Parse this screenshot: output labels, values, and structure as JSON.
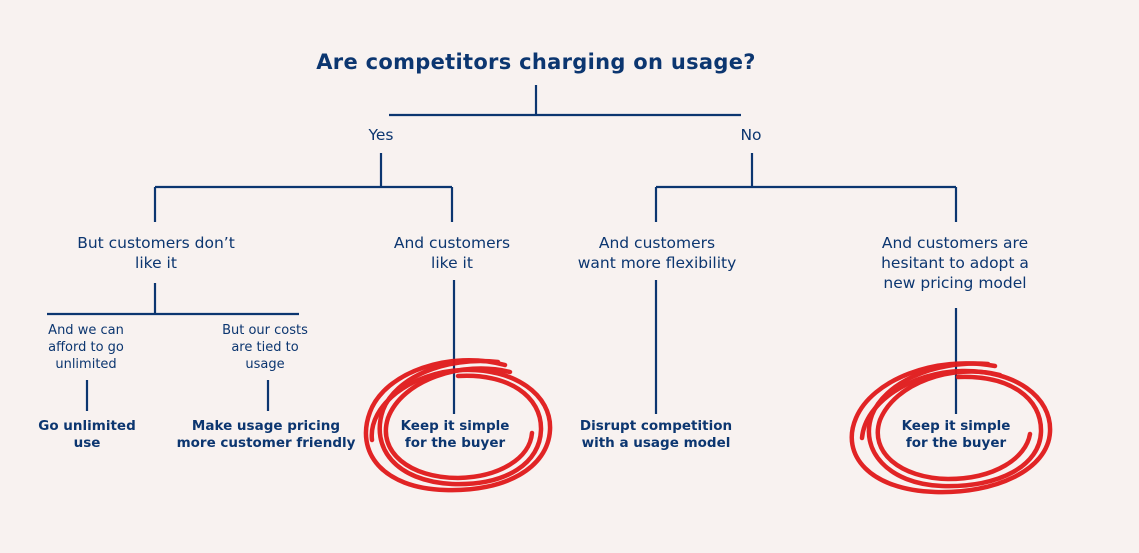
{
  "root": {
    "question": "Are competitors charging on usage?"
  },
  "branches": {
    "yes": "Yes",
    "no": "No"
  },
  "conditions": {
    "dislike": [
      "But customers don’t",
      "like it"
    ],
    "like": [
      "And customers",
      "like it"
    ],
    "flexibility": [
      "And customers",
      "want more flexibility"
    ],
    "hesitant": [
      "And customers are",
      "hesitant to adopt a",
      "new pricing model"
    ]
  },
  "subconditions": {
    "afford": [
      "And we can",
      "afford to go",
      "unlimited"
    ],
    "costs": [
      "But our costs",
      "are tied to",
      "usage"
    ]
  },
  "outcomes": {
    "unlimited": [
      "Go unlimited",
      "use"
    ],
    "friendly": [
      "Make usage pricing",
      "more customer friendly"
    ],
    "simple_1": [
      "Keep it simple",
      "for the buyer"
    ],
    "disrupt": [
      "Disrupt competition",
      "with a usage model"
    ],
    "simple_2": [
      "Keep it simple",
      "for the buyer"
    ]
  },
  "colors": {
    "background": "#f8f2f0",
    "navy": "#0c3670",
    "highlight_red": "#e0191b"
  },
  "highlighted_outcomes": [
    "simple_1",
    "simple_2"
  ]
}
